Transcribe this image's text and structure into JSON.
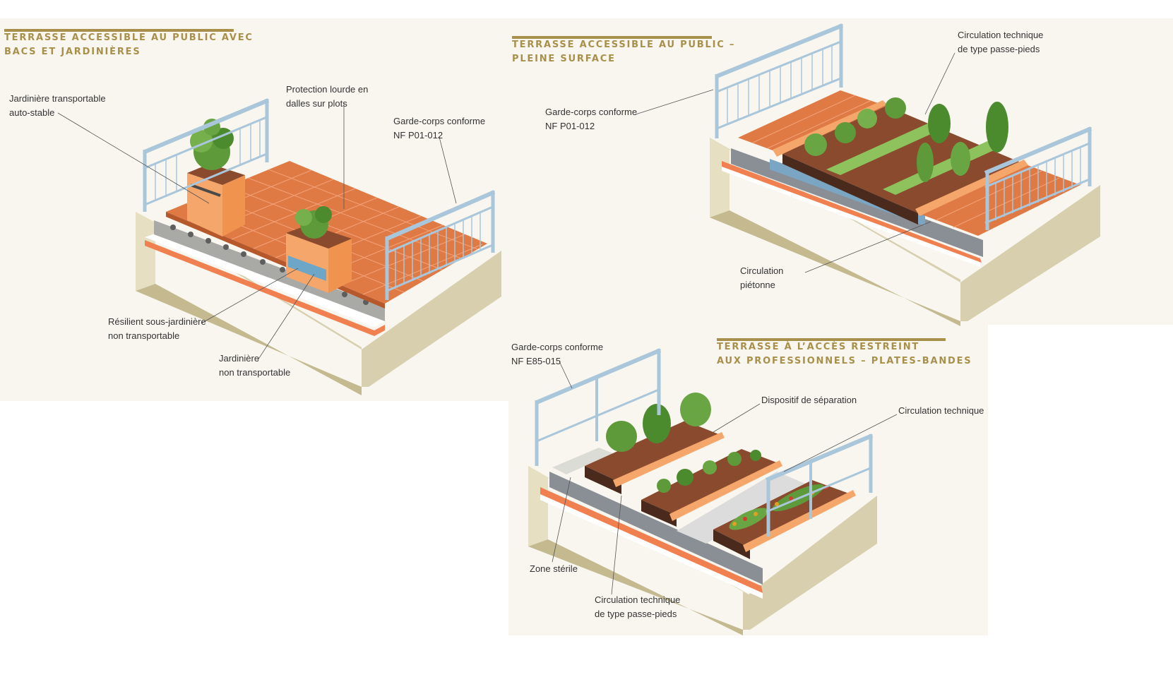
{
  "panels": {
    "bacs": {
      "title_line1": "TERRASSE ACCESSIBLE AU PUBLIC AVEC",
      "title_line2": "BACS ET JARDINIÈRES",
      "labels": {
        "jardiniere_transportable": [
          "Jardinière transportable",
          "auto-stable"
        ],
        "protection_lourde": [
          "Protection lourde en",
          "dalles sur plots"
        ],
        "garde_corps": [
          "Garde-corps conforme",
          "NF P01-012"
        ],
        "resilient": [
          "Résilient sous-jardinière",
          "non transportable"
        ],
        "jardiniere_non_transportable": [
          "Jardinière",
          "non transportable"
        ]
      }
    },
    "pleine_surface": {
      "title_line1": "TERRASSE ACCESSIBLE AU PUBLIC –",
      "title_line2": "PLEINE SURFACE",
      "labels": {
        "circulation_technique": [
          "Circulation technique",
          "de type passe-pieds"
        ],
        "garde_corps": [
          "Garde-corps conforme",
          "NF P01-012"
        ],
        "circulation_pietonne": [
          "Circulation",
          "piétonne"
        ]
      }
    },
    "plates_bandes": {
      "title_line1": "TERRASSE À L’ACCÈS RESTREINT",
      "title_line2": "AUX PROFESSIONNELS – PLATES-BANDES",
      "labels": {
        "garde_corps": [
          "Garde-corps conforme",
          "NF E85-015"
        ],
        "dispositif": [
          "Dispositif de séparation"
        ],
        "circulation_technique": [
          "Circulation technique"
        ],
        "zone_sterile": [
          "Zone stérile"
        ],
        "circulation_passe_pieds": [
          "Circulation technique",
          "de type passe-pieds"
        ]
      }
    }
  },
  "colors": {
    "title_gold": "#a8904a",
    "panel_bg": "#f8f6ef",
    "concrete": "#d8cfae",
    "tiles": "#e07a45",
    "membrane": "#f08050",
    "planter": "#f5a66a",
    "soil": "#8a4a2e",
    "railing": "#a9c6da",
    "plant": "#5e9a3a"
  }
}
